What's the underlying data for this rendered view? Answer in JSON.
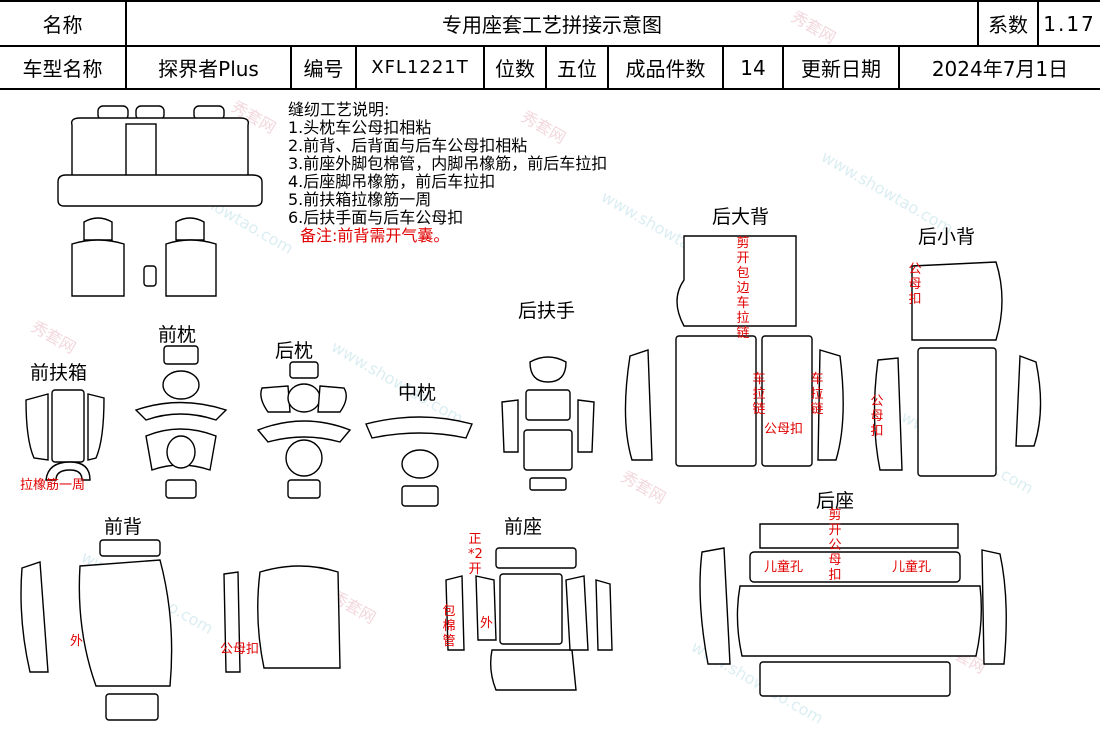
{
  "header": {
    "row1": {
      "name_label": "名称",
      "title": "专用座套工艺拼接示意图",
      "factor_label": "系数",
      "factor_value": "1.17"
    },
    "row2": {
      "model_label": "车型名称",
      "model_value": "探界者Plus",
      "code_label": "编号",
      "code_value": "XFL1221T",
      "seats_label": "位数",
      "seats_value": "五位",
      "pieces_label": "成品件数",
      "pieces_value": "14",
      "update_label": "更新日期",
      "update_value": "2024年7月1日"
    }
  },
  "notes": {
    "title": "缝纫工艺说明:",
    "items": [
      "1.头枕车公母扣相粘",
      "2.前背、后背面与后车公母扣相粘",
      "3.前座外脚包棉管，内脚吊橡筋，前后车拉扣",
      "4.后座脚吊橡筋，前后车拉扣",
      "5.前扶箱拉橡筋一周",
      "6.后扶手面与后车公母扣"
    ],
    "remark": "备注:前背需开气囊。"
  },
  "parts": {
    "front_armrest_box": "前扶箱",
    "front_headrest": "前枕",
    "rear_headrest": "后枕",
    "middle_headrest": "中枕",
    "rear_armrest": "后扶手",
    "rear_big_back": "后大背",
    "rear_small_back": "后小背",
    "front_back": "前背",
    "front_seat": "前座",
    "rear_seat": "后座"
  },
  "annotations": {
    "elastic_loop": "拉橡筋一周",
    "cut_edge_zip": "剪开包边车拉链",
    "zip_left": "车拉链",
    "zip_right": "车拉链",
    "snap_mid": "公母扣",
    "snap_small_back_top": "公母扣",
    "snap_small_back_side": "公母扣",
    "outer_front_back": "外",
    "snap_front_back": "公母扣",
    "front_seat_mark": "正*2开",
    "piping": "包棉管",
    "outer_front_seat": "外",
    "child_left": "儿童孔",
    "child_right": "儿童孔",
    "rear_seat_cut": "剪开公母扣"
  },
  "watermark": {
    "brand": "秀套网",
    "site": "www.showtao.com"
  }
}
